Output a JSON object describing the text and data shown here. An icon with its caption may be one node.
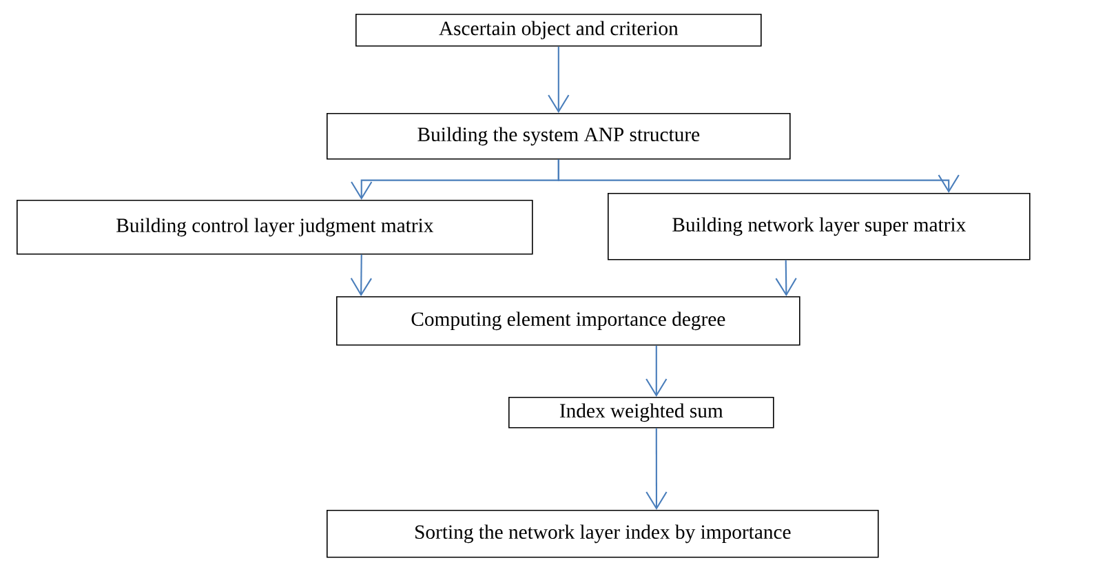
{
  "diagram": {
    "nodes": [
      {
        "text": [
          "Ascertain object and criterion"
        ]
      },
      {
        "text": [
          "Building the system ANP structure"
        ]
      },
      {
        "text": [
          "Building control layer judgment matrix"
        ]
      },
      {
        "text": [
          "Building network layer super matrix"
        ]
      },
      {
        "text": [
          "Computing element importance degree"
        ]
      },
      {
        "text": [
          "Index weighted sum"
        ]
      },
      {
        "text": [
          "Sorting the network layer index by importance"
        ]
      }
    ],
    "edges": [
      {
        "from": 0,
        "to": 1,
        "arrow": "to"
      },
      {
        "from": 1,
        "to": 2,
        "arrow": "to"
      },
      {
        "from": 1,
        "to": 3,
        "arrow": "to"
      },
      {
        "from": 2,
        "to": 4,
        "arrow": "to"
      },
      {
        "from": 3,
        "to": 4,
        "arrow": "to"
      },
      {
        "from": 4,
        "to": 5,
        "arrow": "to"
      },
      {
        "from": 5,
        "to": 6,
        "arrow": "to"
      }
    ]
  }
}
